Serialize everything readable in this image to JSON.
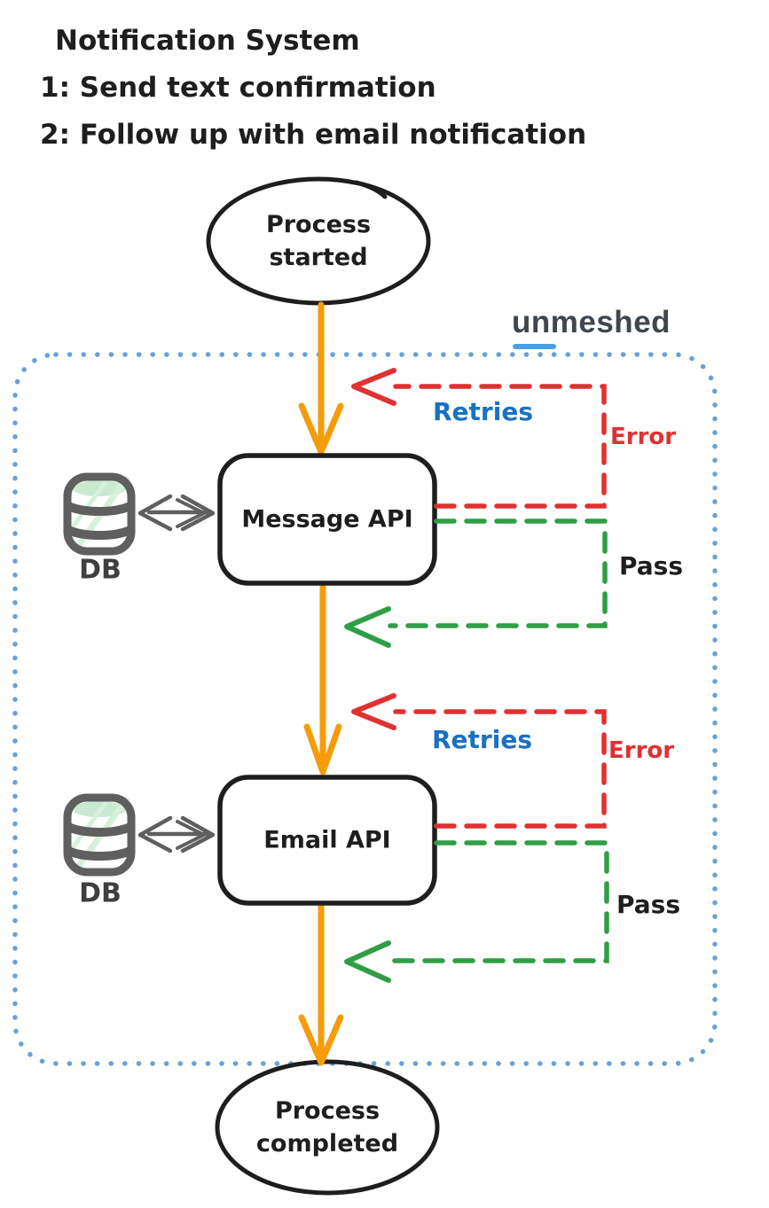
{
  "title": {
    "line1": "Notification System",
    "line2": "1: Send text confirmation",
    "line3": "2: Follow up with email notification"
  },
  "brand": {
    "label": "unmeshed"
  },
  "nodes": {
    "start": {
      "label": "Process started",
      "shape": "ellipse"
    },
    "message_api": {
      "label": "Message API",
      "shape": "rounded-rect"
    },
    "email_api": {
      "label": "Email API",
      "shape": "rounded-rect"
    },
    "end": {
      "label": "Process completed",
      "shape": "ellipse"
    },
    "db1": {
      "label": "DB",
      "icon": "database-cylinder-icon"
    },
    "db2": {
      "label": "DB",
      "icon": "database-cylinder-icon"
    }
  },
  "edges": {
    "retries1": {
      "label": "Retries",
      "style": "red-dashed-loop"
    },
    "error1": {
      "label": "Error",
      "style": "red-dashed"
    },
    "pass1": {
      "label": "Pass",
      "style": "green-dashed"
    },
    "retries2": {
      "label": "Retries",
      "style": "red-dashed-loop"
    },
    "error2": {
      "label": "Error",
      "style": "red-dashed"
    },
    "pass2": {
      "label": "Pass",
      "style": "green-dashed"
    }
  },
  "colors": {
    "ink": "#1e1e1e",
    "flow_arrow_orange": "#f59c0a",
    "error_red": "#e03131",
    "pass_green": "#2f9e44",
    "retries_blue": "#1971c2",
    "container_dotted_blue": "#69a1d8",
    "brand_text": "#40464e",
    "brand_underline": "#49a0e4",
    "db_gray": "#5f5f5f",
    "db_green_fill": "#c9ead0"
  }
}
